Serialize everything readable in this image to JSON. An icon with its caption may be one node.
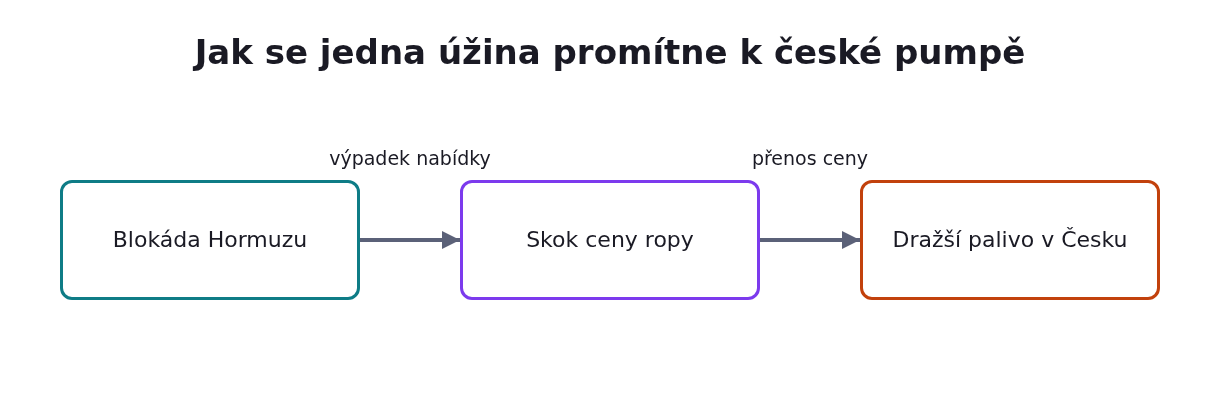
{
  "diagram": {
    "title": "Jak se jedna úžina promítne k české pumpě",
    "nodes": [
      {
        "text": [
          "Blokáda Hormuzu"
        ]
      },
      {
        "text": [
          "Skok ceny ropy"
        ]
      },
      {
        "text": [
          "Dražší palivo v Česku"
        ]
      }
    ],
    "edges": [
      {
        "from": 0,
        "to": 1,
        "arrow": "to",
        "label": "výpadek nabídky"
      },
      {
        "from": 1,
        "to": 2,
        "arrow": "to",
        "label": "přenos ceny"
      }
    ]
  }
}
